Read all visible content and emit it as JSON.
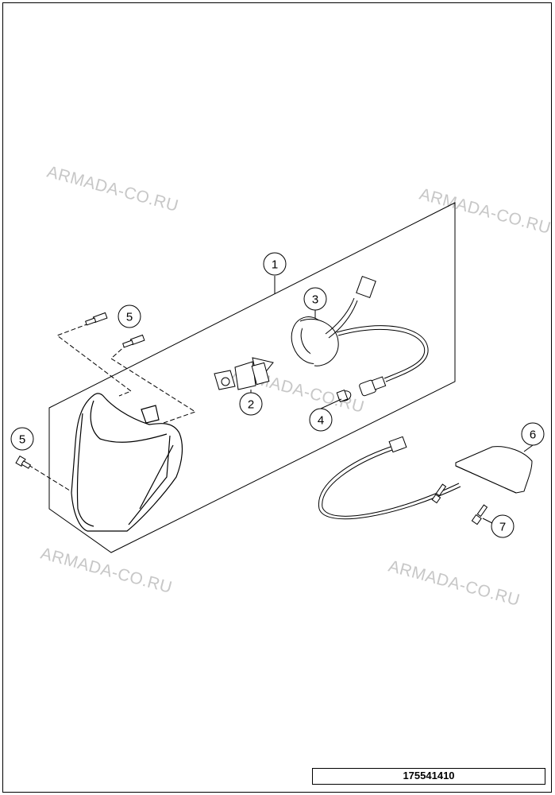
{
  "watermarks": [
    "ARMADA-CO.RU",
    "ARMADA-CO.RU",
    "ARMADA-CO.RU",
    "ARMADA-CO.RU",
    "ARMADA-CO.RU"
  ],
  "callouts": [
    {
      "number": "1",
      "part": "headlight-assembly"
    },
    {
      "number": "2",
      "part": "bulb"
    },
    {
      "number": "3",
      "part": "bulb-socket-with-cable"
    },
    {
      "number": "4",
      "part": "position-light-bulb"
    },
    {
      "number": "5",
      "part": "screw"
    },
    {
      "number": "5",
      "part": "screw"
    },
    {
      "number": "6",
      "part": "number-plate-lamp"
    },
    {
      "number": "7",
      "part": "screw"
    }
  ],
  "figure_id": "175541410",
  "colors": {
    "line": "#000000",
    "watermark": "#c7c7c7",
    "background": "#ffffff"
  }
}
